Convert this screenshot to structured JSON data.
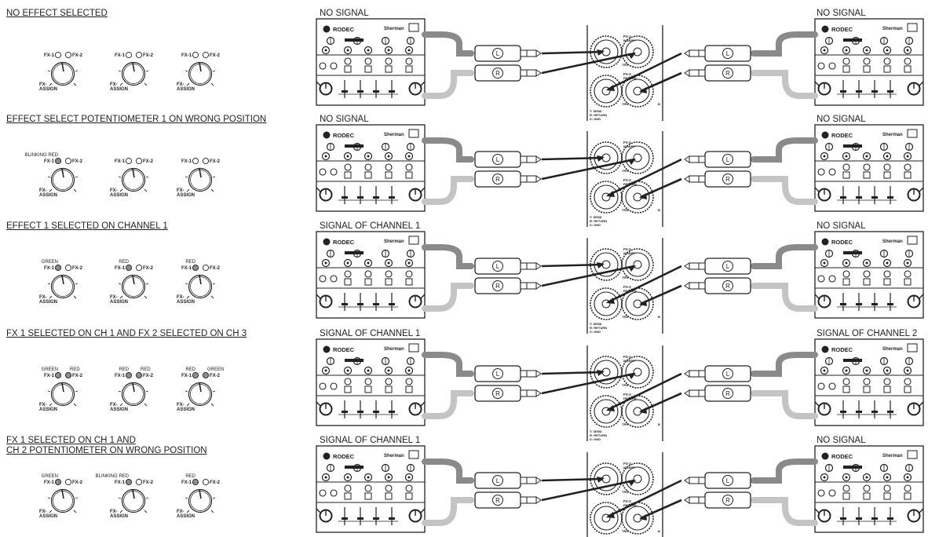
{
  "labels": {
    "fx1": "FX-1",
    "fx2": "FX-2",
    "fx_assign_line1": "FX-",
    "fx_assign_line2": "ASSIGN",
    "left_channel": "L",
    "right_channel": "R",
    "brand": "RODEC",
    "brand2": "Sherman",
    "insert_fx1": "FX-1",
    "insert_fx1_sub": "INSERT",
    "insert_fx2": "FX-2",
    "insert_fx2_sub": "RETURN",
    "tip_legend_1": "T: SEND",
    "tip_legend_2": "R: RETURN",
    "tip_legend_3": "S: GND",
    "jack_label_a": "TRS",
    "jack_label_b": "B"
  },
  "rows": [
    {
      "heading": "NO EFFECT SELECTED",
      "left_signal": "NO SIGNAL",
      "right_signal": "NO SIGNAL",
      "knobs": [
        {
          "label_left": "",
          "label_right": "",
          "led1": "off",
          "led2": "off"
        },
        {
          "label_left": "",
          "label_right": "",
          "led1": "off",
          "led2": "off"
        },
        {
          "label_left": "",
          "label_right": "",
          "led1": "off",
          "led2": "off"
        }
      ]
    },
    {
      "heading": "EFFECT SELECT POTENTIOMETER 1 ON WRONG POSITION",
      "left_signal": "NO SIGNAL",
      "right_signal": "NO SIGNAL",
      "knobs": [
        {
          "label_left": "BLINKING RED",
          "label_right": "",
          "led1": "red",
          "led2": "off"
        },
        {
          "label_left": "",
          "label_right": "",
          "led1": "off",
          "led2": "off"
        },
        {
          "label_left": "",
          "label_right": "",
          "led1": "off",
          "led2": "off"
        }
      ]
    },
    {
      "heading": "EFFECT 1 SELECTED ON CHANNEL 1",
      "left_signal": "SIGNAL OF CHANNEL 1",
      "right_signal": "NO SIGNAL",
      "knobs": [
        {
          "label_left": "GREEN",
          "label_right": "",
          "led1": "green",
          "led2": "off"
        },
        {
          "label_left": "RED",
          "label_right": "",
          "led1": "red",
          "led2": "off"
        },
        {
          "label_left": "RED",
          "label_right": "",
          "led1": "red",
          "led2": "off"
        }
      ]
    },
    {
      "heading": "FX 1 SELECTED ON CH 1 AND FX 2 SELECTED ON CH 3",
      "left_signal": "SIGNAL OF CHANNEL 1",
      "right_signal": "SIGNAL OF CHANNEL 2",
      "knobs": [
        {
          "label_left": "GREEN",
          "label_right": "RED",
          "led1": "green",
          "led2": "red"
        },
        {
          "label_left": "RED",
          "label_right": "RED",
          "led1": "red",
          "led2": "red"
        },
        {
          "label_left": "RED",
          "label_right": "GREEN",
          "led1": "red",
          "led2": "green"
        }
      ]
    },
    {
      "heading": "FX 1 SELECTED ON CH 1 AND",
      "heading2": "CH 2 POTENTIOMETER ON WRONG POSITION",
      "left_signal": "SIGNAL OF CHANNEL 1",
      "right_signal": "NO SIGNAL",
      "knobs": [
        {
          "label_left": "GREEN",
          "label_right": "",
          "led1": "green",
          "led2": "off"
        },
        {
          "label_left": "BLINKING RED",
          "label_right": "",
          "led1": "red",
          "led2": "off"
        },
        {
          "label_left": "RED",
          "label_right": "",
          "led1": "red",
          "led2": "off"
        }
      ]
    }
  ],
  "colors": {
    "ink": "#222222",
    "cable_dark": "#8a8a8a",
    "cable_light": "#c4c4c4",
    "led_off": "#ffffff",
    "led_on": "#8d8d8d"
  }
}
